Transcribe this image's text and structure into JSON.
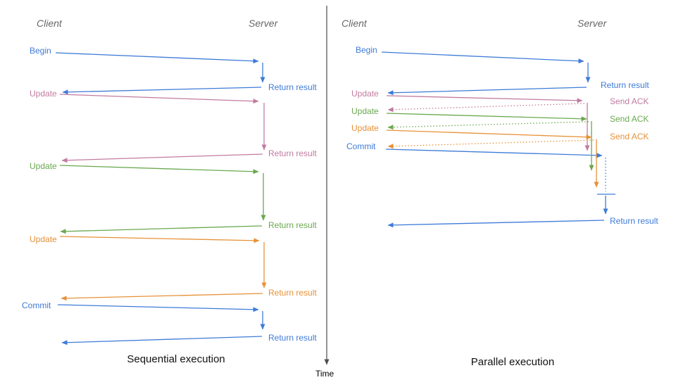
{
  "colors": {
    "blue": "#3e7bd8",
    "pink": "#c27ba0",
    "green": "#6aa84f",
    "orange": "#e69138",
    "axis": "#4d4d4d",
    "header_gray": "#666666",
    "title_text": "#111111"
  },
  "time_axis": {
    "label": "Time"
  },
  "left": {
    "title": "Sequential execution",
    "client": "Client",
    "server": "Server",
    "messages": [
      {
        "label": "Begin",
        "response": "Return result",
        "color": "blue"
      },
      {
        "label": "Update",
        "response": "Return result",
        "color": "pink"
      },
      {
        "label": "Update",
        "response": "Return result",
        "color": "green"
      },
      {
        "label": "Update",
        "response": "Return result",
        "color": "orange"
      },
      {
        "label": "Commit",
        "response": "Return result",
        "color": "blue"
      }
    ]
  },
  "right": {
    "title": "Parallel execution",
    "client": "Client",
    "server": "Server",
    "messages": [
      {
        "label": "Begin",
        "response": "Return result",
        "color": "blue"
      },
      {
        "label": "Update",
        "response": "Send ACK",
        "color": "pink"
      },
      {
        "label": "Update",
        "response": "Send ACK",
        "color": "green"
      },
      {
        "label": "Update",
        "response": "Send ACK",
        "color": "orange"
      },
      {
        "label": "Commit",
        "response": "Return result",
        "color": "blue"
      }
    ]
  }
}
